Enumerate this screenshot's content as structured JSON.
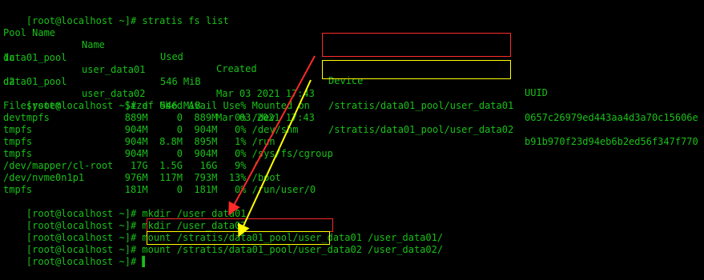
{
  "colors": {
    "background": "#000000",
    "text": "#19c019",
    "red_annotation": "#ff2a2a",
    "yellow_annotation": "#ffff00"
  },
  "terminal": {
    "prompt": "[root@localhost ~]# ",
    "cmd_stratis": "stratis fs list",
    "fs_headers": [
      "Pool Name",
      "Name",
      "Used",
      "Created",
      "Device",
      "UUID"
    ],
    "fs_rows": [
      {
        "pool": "data01_pool",
        "name": "user_data01",
        "used": "546 MiB",
        "created": "Mar 03 2021 17:43",
        "device": "/stratis/data01_pool/user_data01",
        "uuid_part1": "0657c26979ed443aa4d3a70c15606e",
        "uuid_part2": "1c"
      },
      {
        "pool": "data01_pool",
        "name": "user_data02",
        "used": "546 MiB",
        "created": "Mar 03 2021 17:43",
        "device": "/stratis/data01_pool/user_data02",
        "uuid_part1": "b91b970f23d94eb6b2ed56f347f770",
        "uuid_part2": "d2"
      }
    ],
    "cmd_df": "df -h",
    "df_lines": [
      "Filesystem           Size  Used Avail Use% Mounted on",
      "devtmpfs             889M     0  889M   0% /dev",
      "tmpfs                904M     0  904M   0% /dev/shm",
      "tmpfs                904M  8.8M  895M   1% /run",
      "tmpfs                904M     0  904M   0% /sys/fs/cgroup",
      "/dev/mapper/cl-root   17G  1.5G   16G   9% /",
      "/dev/nvme0n1p1       976M  117M  793M  13% /boot",
      "tmpfs                181M     0  181M   0% /run/user/0"
    ],
    "cmd_mkdir1": "mkdir /user_data01",
    "cmd_mkdir2": "mkdir /user_data02",
    "mount_label": "mount ",
    "mount1_src": "/stratis/data01_pool/user_data01",
    "mount1_dst": " /user_data01/",
    "mount2_src": "/stratis/data01_pool/user_data02",
    "mount2_dst": " /user_data02/",
    "cursor_glyph": "▌"
  }
}
